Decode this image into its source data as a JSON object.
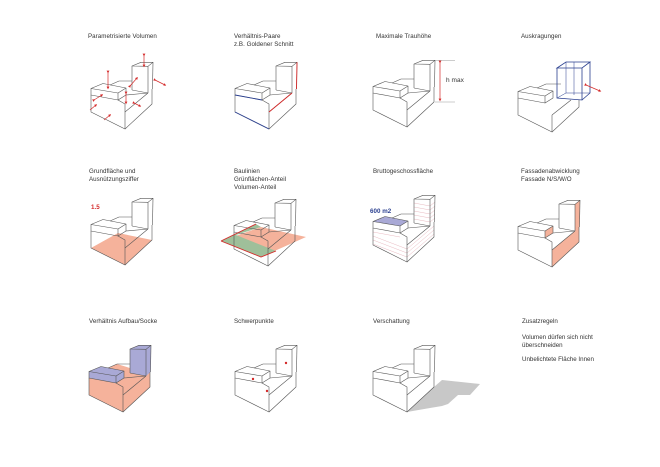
{
  "title": "Parametrische Gestaltungsregeln",
  "colors": {
    "line": "#555555",
    "arrow_red": "#d42a2a",
    "edge_blue": "#2a3f8f",
    "fill_salmon": "#f5b29b",
    "fill_green": "#9fbf9a",
    "fill_lavender": "#a9a9d6",
    "fill_shadow": "#c8c8c8",
    "text_red": "#d42a2a",
    "text_blue": "#2a3f8f"
  },
  "panels": [
    {
      "id": "parametrisierte-volumen",
      "label": "Parametrisierte Volumen"
    },
    {
      "id": "verhaeltnis-paare",
      "label": "Verhältnis-Paare\nz.B. Goldener Schnitt"
    },
    {
      "id": "maximale-trauhoehe",
      "label": "Maximale Trauhöhe",
      "annotation": "h max"
    },
    {
      "id": "auskragungen",
      "label": "Auskragungen"
    },
    {
      "id": "grundflaeche",
      "label": "Grundfläche und\nAusnützungsziffer",
      "annotation": "1.5"
    },
    {
      "id": "baulinien",
      "label": "Baulinien\nGrünflächen-Anteil\nVolumen-Anteil"
    },
    {
      "id": "bruttogeschossflaeche",
      "label": "Bruttogeschossfläche",
      "annotation": "600 m2"
    },
    {
      "id": "fassadenabwicklung",
      "label": "Fassadenabwicklung\nFassade N/S/W/O"
    },
    {
      "id": "verhaeltnis-aufbau-socke",
      "label": "Verhältnis Aufbau/Socke"
    },
    {
      "id": "schwerpunkte",
      "label": "Schwerpunkte"
    },
    {
      "id": "verschattung",
      "label": "Verschattung"
    }
  ],
  "zusatzregeln": {
    "heading": "Zusatzregeln",
    "rules": [
      "Volumen dürfen sich nicht\nüberschneiden",
      "Unbelichtete Fläche Innen"
    ]
  }
}
